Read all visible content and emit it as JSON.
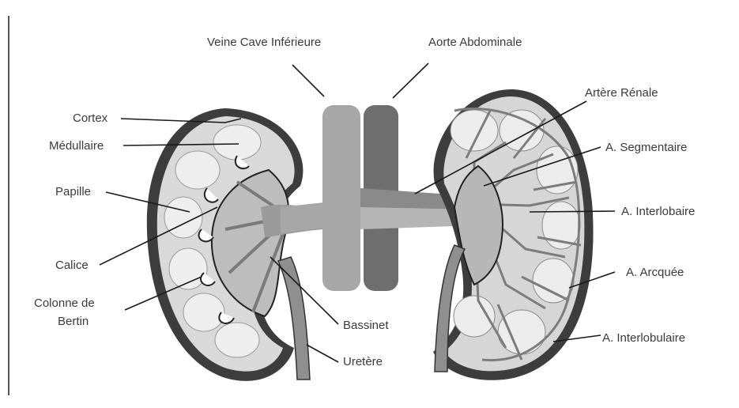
{
  "labels": {
    "veine_cave": "Veine Cave Inférieure",
    "aorte": "Aorte Abdominale",
    "artere_renale": "Artère Rénale",
    "a_segmentaire": "A. Segmentaire",
    "a_interlobaire": "A. Interlobaire",
    "a_arquee": "A. Arcquée",
    "a_interlobulaire": "A. Interlobulaire",
    "cortex": "Cortex",
    "medullaire": "Médullaire",
    "papille": "Papille",
    "calice": "Calice",
    "colonne_line1": "Colonne de",
    "colonne_line2": "Bertin",
    "bassinet": "Bassinet",
    "uretere": "Uretère"
  }
}
